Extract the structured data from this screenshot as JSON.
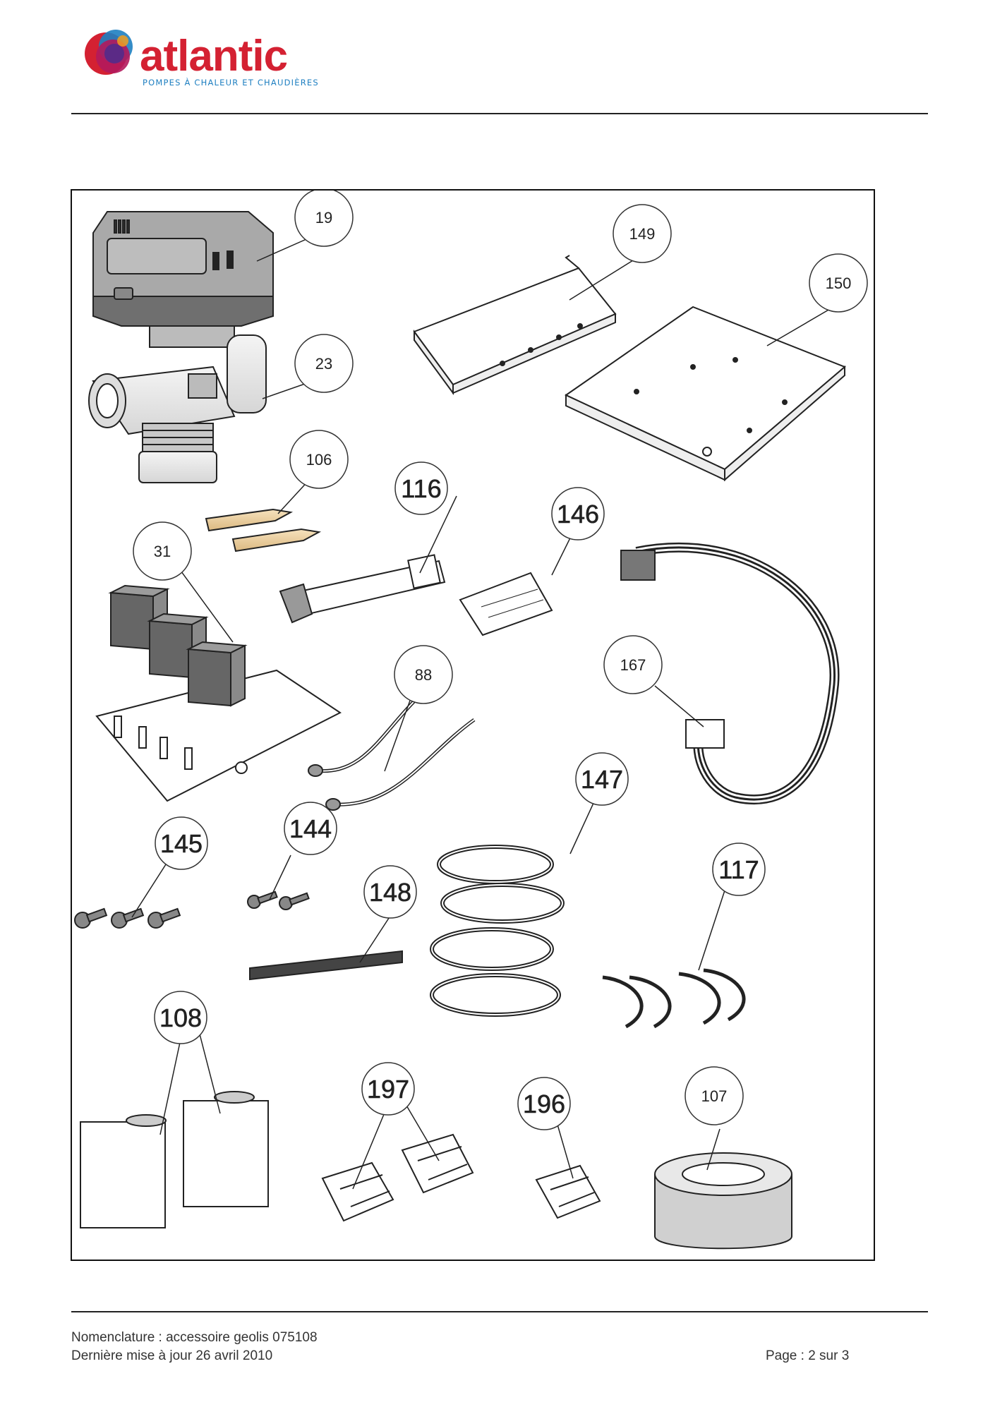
{
  "brand": {
    "name": "atlantic",
    "tagline": "POMPES À CHALEUR ET CHAUDIÈRES",
    "colors": {
      "red": "#d42132",
      "magenta": "#b3195c",
      "purple": "#5b2a86",
      "blue": "#1e7fc1",
      "orange": "#f29d1e"
    }
  },
  "diagram": {
    "callouts": [
      {
        "id": "c19",
        "label": "19"
      },
      {
        "id": "c149",
        "label": "149"
      },
      {
        "id": "c150",
        "label": "150"
      },
      {
        "id": "c23",
        "label": "23"
      },
      {
        "id": "c106",
        "label": "106"
      },
      {
        "id": "c116",
        "label": "116"
      },
      {
        "id": "c146",
        "label": "146"
      },
      {
        "id": "c31",
        "label": "31"
      },
      {
        "id": "c88",
        "label": "88"
      },
      {
        "id": "c167",
        "label": "167"
      },
      {
        "id": "c147",
        "label": "147"
      },
      {
        "id": "c145",
        "label": "145"
      },
      {
        "id": "c144",
        "label": "144"
      },
      {
        "id": "c148",
        "label": "148"
      },
      {
        "id": "c117",
        "label": "117"
      },
      {
        "id": "c108",
        "label": "108"
      },
      {
        "id": "c197",
        "label": "197"
      },
      {
        "id": "c196",
        "label": "196"
      },
      {
        "id": "c107",
        "label": "107"
      }
    ]
  },
  "footer": {
    "line1": "Nomenclature : accessoire geolis 075108",
    "line2": "Dernière mise à jour 26 avril 2010",
    "page": "Page : 2 sur 3"
  }
}
